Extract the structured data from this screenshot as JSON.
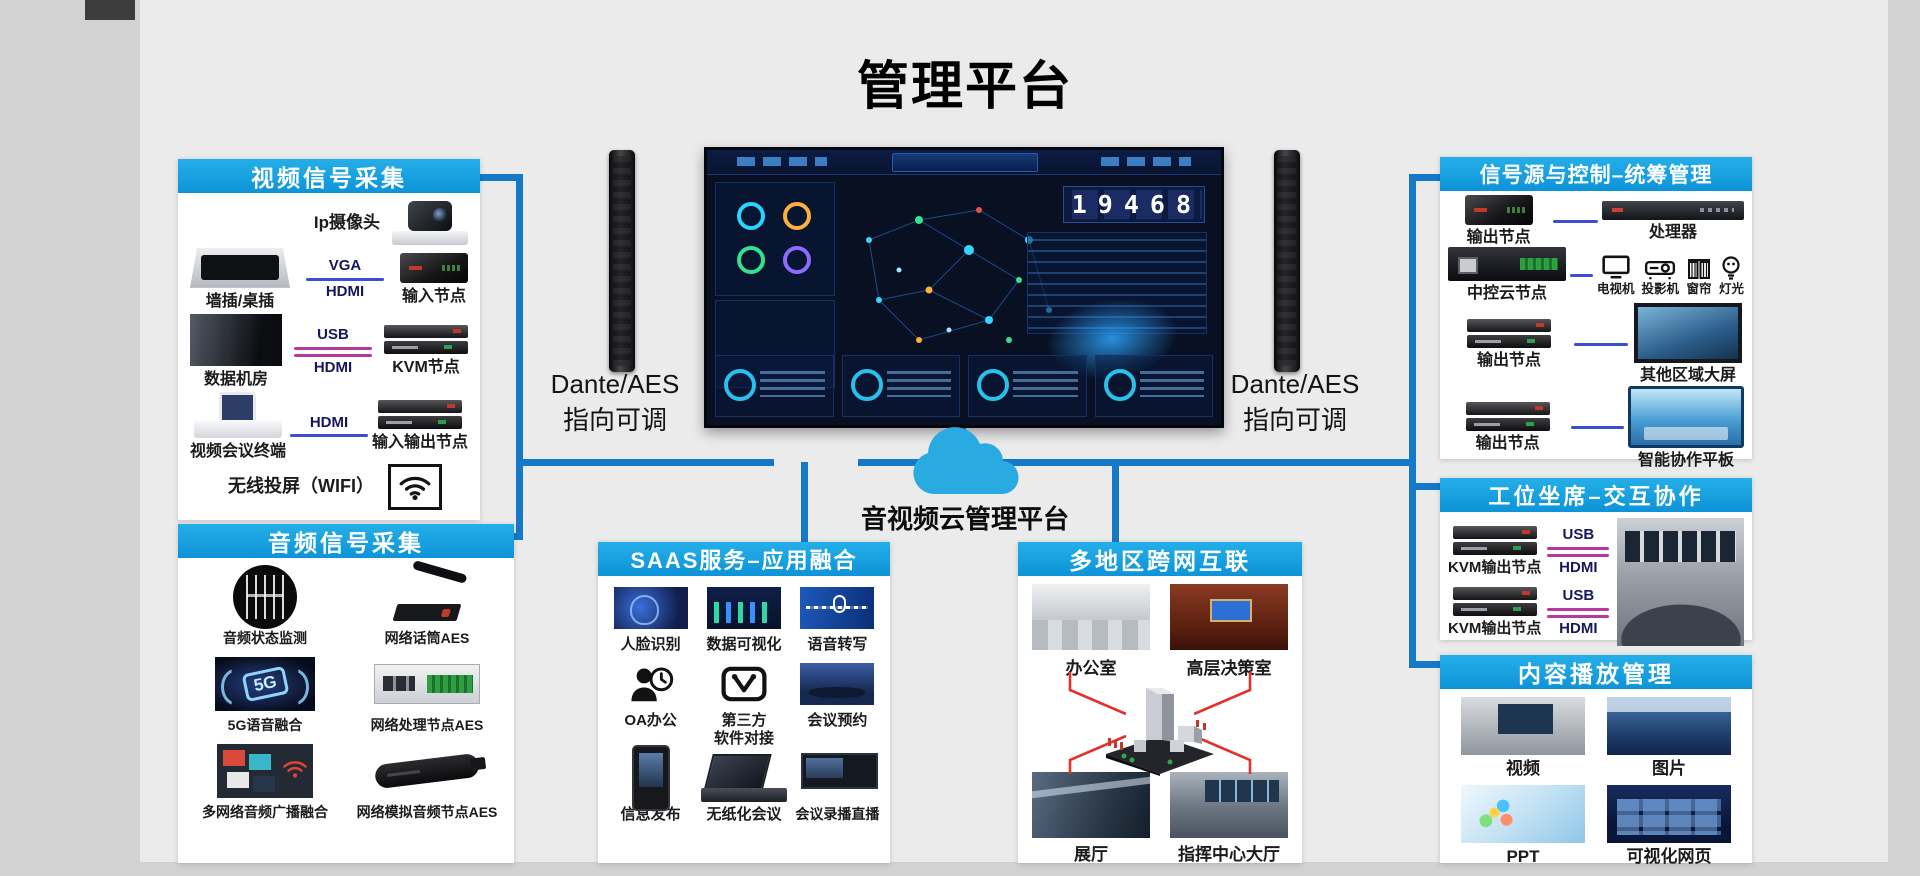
{
  "page": {
    "title": "管理平台",
    "platform_label": "音视频云管理平台"
  },
  "speakers": {
    "caption_line1": "Dante/AES",
    "caption_line2": "指向可调"
  },
  "dashboard": {
    "big_number": "19468"
  },
  "video_box": {
    "title": "视频信号采集",
    "ip_camera": "Ip摄像头",
    "wall_plug": "墙插/桌插",
    "vga": "VGA",
    "hdmi": "HDMI",
    "usb": "USB",
    "input_node": "输入节点",
    "data_room": "数据机房",
    "kvm_node": "KVM节点",
    "vc_terminal": "视频会议终端",
    "io_node": "输入输出节点",
    "wireless": "无线投屏（WIFI）"
  },
  "audio_box": {
    "title": "音频信号采集",
    "five_g_text": "5G",
    "items": [
      {
        "label": "音频状态监测"
      },
      {
        "label": "网络话筒AES"
      },
      {
        "label": "5G语音融合"
      },
      {
        "label": "网络处理节点AES"
      },
      {
        "label": "多网络音频广播融合"
      },
      {
        "label": "网络模拟音频节点AES"
      }
    ]
  },
  "saas_box": {
    "title": "SAAS服务–应用融合",
    "items": [
      {
        "label": "人脸识别"
      },
      {
        "label": "数据可视化"
      },
      {
        "label": "语音转写"
      },
      {
        "label": "OA办公"
      },
      {
        "label": "第三方",
        "label2": "软件对接"
      },
      {
        "label": "会议预约"
      },
      {
        "label": "信息发布"
      },
      {
        "label": "无纸化会议"
      },
      {
        "label": "会议录播直播"
      }
    ]
  },
  "region_box": {
    "title": "多地区跨网互联",
    "items": [
      {
        "label": "办公室"
      },
      {
        "label": "高层决策室"
      },
      {
        "label": "展厅"
      },
      {
        "label": "指挥中心大厅"
      }
    ]
  },
  "signal_box": {
    "title": "信号源与控制–统筹管理",
    "row1_left": "输出节点",
    "row1_right": "处理器",
    "row2_left": "中控云节点",
    "row2_icons": [
      {
        "label": "电视机"
      },
      {
        "label": "投影机"
      },
      {
        "label": "窗帘"
      },
      {
        "label": "灯光"
      }
    ],
    "row3_left": "输出节点",
    "row3_right": "其他区域大屏",
    "row4_left": "输出节点",
    "row4_right": "智能协作平板"
  },
  "seat_box": {
    "title": "工位坐席–交互协作",
    "usb": "USB",
    "hdmi": "HDMI",
    "kvm_label": "KVM输出节点"
  },
  "content_box": {
    "title": "内容播放管理",
    "items": [
      {
        "label": "视频"
      },
      {
        "label": "图片"
      },
      {
        "label": "PPT"
      },
      {
        "label": "可视化网页"
      }
    ]
  },
  "colors": {
    "header_blue": "#14a0e0",
    "connector_blue": "#1578c8",
    "thin_line_blue": "#3a4fd0",
    "thin_line_magenta": "#b8399e",
    "cloud_blue": "#29abe2",
    "region_line_red": "#e0332c"
  }
}
